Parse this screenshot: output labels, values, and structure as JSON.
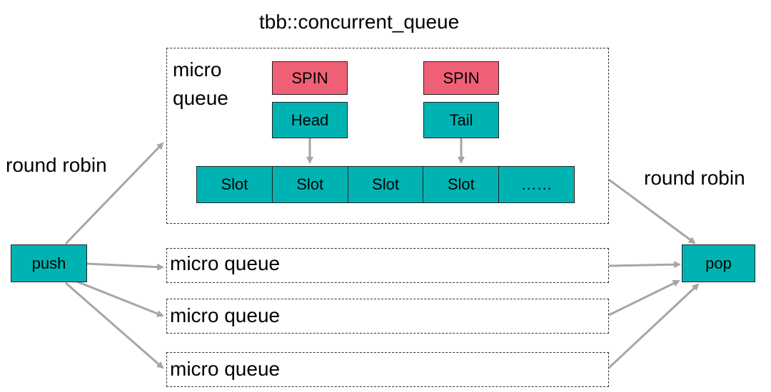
{
  "title": "tbb::concurrent_queue",
  "left_label": "round robin",
  "right_label": "round robin",
  "push_label": "push",
  "pop_label": "pop",
  "main_queue": {
    "label_line1": "micro",
    "label_line2": "queue",
    "head_lock": "SPIN",
    "head_label": "Head",
    "tail_lock": "SPIN",
    "tail_label": "Tail",
    "slots": [
      "Slot",
      "Slot",
      "Slot",
      "Slot",
      "……"
    ]
  },
  "micro_queues": [
    "micro queue",
    "micro queue",
    "micro queue"
  ],
  "colors": {
    "box": "#00b3b3",
    "lock": "#ef6077",
    "arrow": "#a6a6a6"
  }
}
